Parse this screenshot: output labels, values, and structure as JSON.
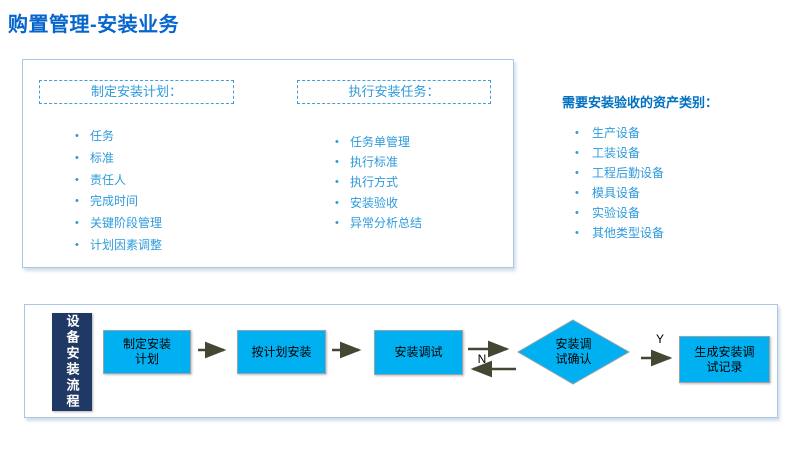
{
  "slide": {
    "title": "购置管理-安装业务"
  },
  "plan_panel": {
    "header": "制定安装计划：",
    "items": [
      "任务",
      "标准",
      "责任人",
      "完成时间",
      "关键阶段管理",
      "计划因素调整"
    ]
  },
  "execute_panel": {
    "header": "执行安装任务：",
    "items": [
      "任务单管理",
      "执行标准",
      "执行方式",
      "安装验收",
      "异常分析总结"
    ]
  },
  "assets_panel": {
    "header": "需要安装验收的资产类别：",
    "items": [
      "生产设备",
      "工装设备",
      "工程后勤设备",
      "模具设备",
      "实验设备",
      "其他类型设备"
    ]
  },
  "flow": {
    "side_label": "设备安装流程",
    "step1": {
      "line1": "制定安装",
      "line2": "计划"
    },
    "step2": {
      "line1": "按计划安装"
    },
    "step3": {
      "line1": "安装调试"
    },
    "decision": {
      "line1": "安装调",
      "line2": "试确认"
    },
    "end": {
      "line1": "生成安装调",
      "line2": "试记录"
    },
    "yes_label": "Y",
    "no_label": "N"
  },
  "colors": {
    "title_blue": "#0666cd",
    "header_blue": "#0070c0",
    "item_blue": "#2f9bdc",
    "panel_border": "#a9c7e5",
    "node_fill": "#00b0f0",
    "side_label_navy": "#203864",
    "arrow": "#454733"
  }
}
